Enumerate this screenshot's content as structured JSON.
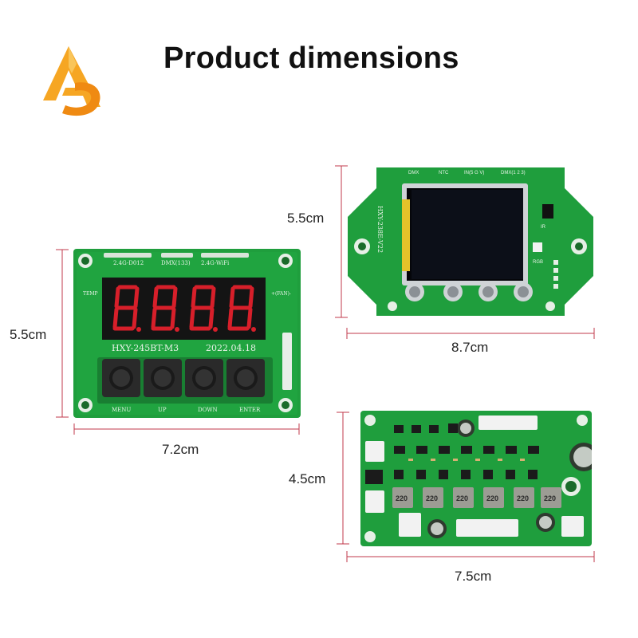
{
  "header": {
    "title": "Product dimensions",
    "logo_icon": "brand-logo-triangle-s-icon"
  },
  "colors": {
    "pcb_green": "#1f9e3d",
    "pcb_dark": "#127a2c",
    "dimension_line": "#c0394b",
    "display_red": "#d71f2a",
    "logo_orange": "#f39a1c"
  },
  "boards": {
    "display_board": {
      "height_label": "5.5cm",
      "width_label": "7.2cm",
      "silkscreen": {
        "model": "HXY-245BT-M3",
        "date": "2022.04.18",
        "top_labels": [
          "2.4G-D012",
          "DMX(133)",
          "2.4G-WiFi"
        ],
        "left_label": "TEMP",
        "right_label": "+(FAN)-",
        "buttons": [
          "MENU",
          "UP",
          "DOWN",
          "ENTER"
        ]
      },
      "display_digits": "8.8.8.8."
    },
    "lcd_board": {
      "height_label": "5.5cm",
      "width_label": "8.7cm",
      "silkscreen": {
        "top_labels": [
          "DMX",
          "NTC",
          "IN(5 G V)",
          "DMX(1 2 3)"
        ],
        "side_label": "HXY-238E-V22",
        "right_label": "IR",
        "rgb_label": "RGB"
      }
    },
    "driver_board": {
      "height_label": "4.5cm",
      "width_label": "7.5cm",
      "silkscreen": {
        "inductor_marks": [
          "220",
          "220",
          "220",
          "220",
          "220",
          "220"
        ]
      }
    }
  }
}
